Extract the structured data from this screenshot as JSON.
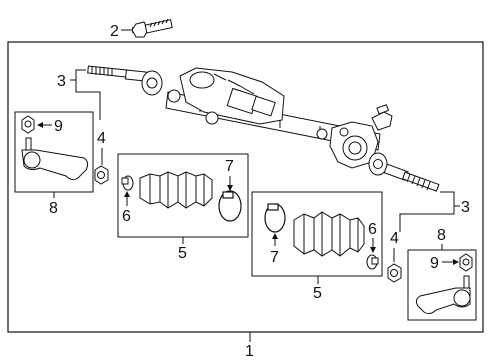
{
  "callouts": {
    "c1": "1",
    "c2": "2",
    "c3_left": "3",
    "c3_right": "3",
    "c4_left": "4",
    "c4_right": "4",
    "c5_left": "5",
    "c5_right": "5",
    "c6_left": "6",
    "c6_right": "6",
    "c7_left": "7",
    "c7_right": "7",
    "c8_left": "8",
    "c8_right": "8",
    "c9_left": "9",
    "c9_right": "9"
  },
  "colors": {
    "line": "#111111",
    "background": "#ffffff"
  }
}
